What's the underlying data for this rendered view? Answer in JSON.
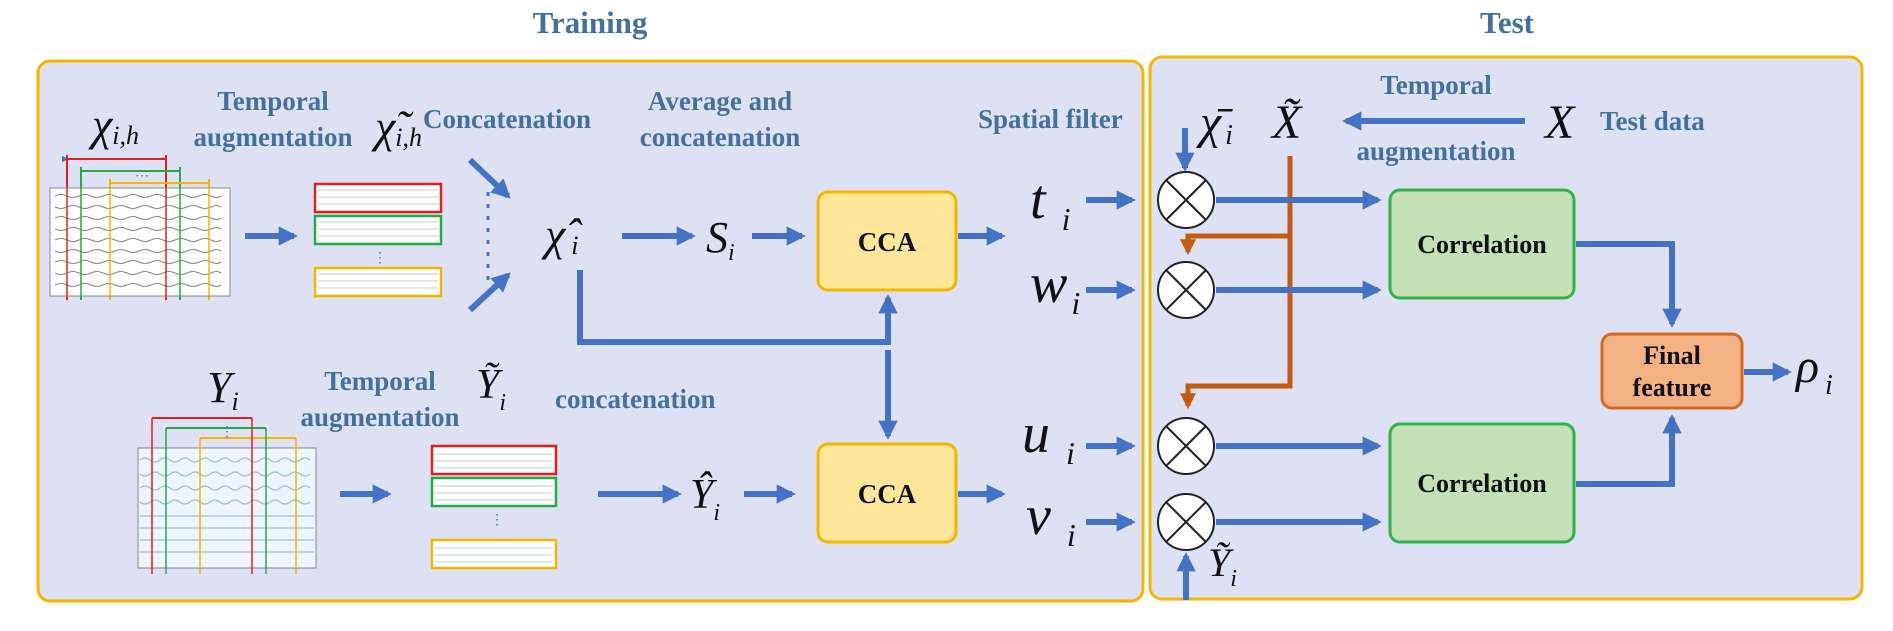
{
  "headers": {
    "training": "Training",
    "test": "Test"
  },
  "labels": {
    "temporal_aug_top": [
      "Temporal",
      "augmentation"
    ],
    "concatenation_top": "Concatenation",
    "avg_concat": [
      "Average and",
      "concatenation"
    ],
    "spatial_filter": "Spatial filter",
    "temporal_aug_bottom": [
      "Temporal",
      "augmentation"
    ],
    "concatenation_bottom": "concatenation",
    "temporal_aug_test": [
      "Temporal",
      "augmentation"
    ],
    "test_data": "Test data"
  },
  "math": {
    "chi_ih": "χ",
    "chi_ih_sub": "i,h",
    "chi_tilde_ih": "χ̃",
    "chi_tilde_ih_sub": "i,h",
    "chi_hat_i": "χ̂",
    "chi_hat_i_sub": "i",
    "s_i": "S",
    "s_i_sub": "i",
    "y_i": "Y",
    "y_i_sub": "i",
    "y_tilde_i": "Ỹ",
    "y_tilde_i_sub": "i",
    "y_hat_i": "Ŷ",
    "y_hat_i_sub": "i",
    "t_i": "t",
    "w_i": "w",
    "u_i": "u",
    "v_i": "v",
    "sub_i": "i",
    "chi_bar_i": "χ̄",
    "chi_bar_i_sub": "i",
    "x_tilde": "X̃",
    "x_test": "X",
    "y_tilde_test": "Ỹ",
    "y_tilde_test_sub": "i",
    "rho": "ρ",
    "rho_sub": "i"
  },
  "boxes": {
    "cca": "CCA",
    "correlation": "Correlation",
    "final_feature": [
      "Final",
      "feature"
    ]
  },
  "colors": {
    "panel_fill": "#dde1f3",
    "panel_border": "#f2b800",
    "arrow_blue": "#4472c4",
    "arrow_orange": "#c55a11",
    "cca_fill": "#ffe699",
    "cca_border": "#f2b800",
    "corr_fill": "#c5e0b4",
    "corr_border": "#2eb34a",
    "final_fill": "#f4b183",
    "final_border": "#d2691e",
    "header_text": "#41719c"
  }
}
